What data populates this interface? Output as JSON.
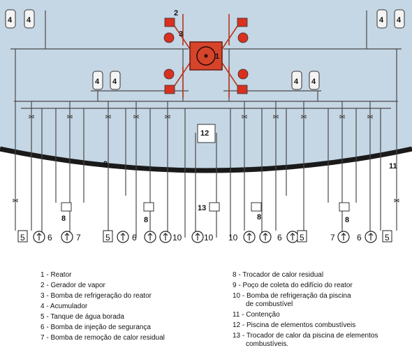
{
  "diagram_labels": {
    "steam_generator": "2",
    "reactor": "1",
    "coolant_pump": "3",
    "accumulator": "4",
    "fuel_pool": "12",
    "containment_sump": "9",
    "containment": "11",
    "pool_hx": "13",
    "borated_tank": "5",
    "safety_injection_pump": "6",
    "residual_heat_pump": "7",
    "residual_heat_hx": "8",
    "pool_cooling_pump": "10"
  },
  "legend": {
    "left": [
      "1 - Reator",
      "2 - Gerador de vapor",
      "3 - Bomba de refrigeração do reator",
      "4 - Acumulador",
      "5 - Tanque de água borada",
      "6 - Bomba de injeção de segurança",
      "7 - Bomba de remoção de calor residual"
    ],
    "right": [
      "8 - Trocador de calor residual",
      "9 - Poço de coleta do edifício do reator",
      "10 - Bomba de refrigeração da piscina",
      "de combustível",
      "11 - Contenção",
      "12 - Piscina de elementos combustíveis",
      "13 - Trocador de calor da piscina de elementos",
      "combustíveis."
    ]
  },
  "colors": {
    "containment_fill": "#c5d6e4",
    "pipe": "#4a4a4a",
    "primary_loop": "#b5361e",
    "reactor_fill": "#d6442a",
    "pump_fill": "#d93020"
  }
}
